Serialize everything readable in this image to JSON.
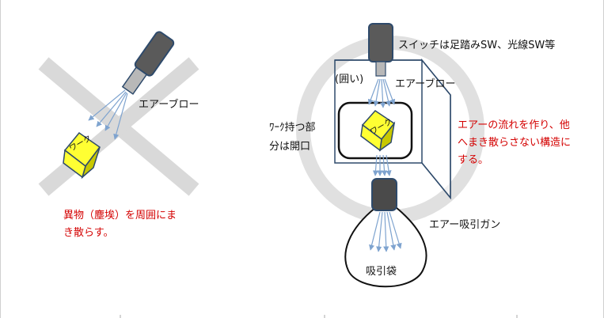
{
  "left": {
    "blower_label": "エアーブロー",
    "work_label": "ワーク",
    "note_line1": "異物（塵埃）を周囲にま",
    "note_line2": "き散らす。"
  },
  "right": {
    "switch_label": "スイッチは足踏みSW、光線SW等",
    "enclosure_label": "(囲い)",
    "blower_label": "エアーブロー",
    "work_label": "ワーク",
    "opening_line1": "ﾜｰｸ持つ部",
    "opening_line2": "分は開口",
    "note_line1": "エアーの流れを作り、他",
    "note_line2": "へまき散らさない構造に",
    "note_line3": "する。",
    "suction_gun_label": "エアー吸引ガン",
    "bag_label": "吸引袋"
  },
  "colors": {
    "nozzle_body": "#5a5a5a",
    "nozzle_border": "#2e4a6b",
    "nozzle_tip": "#b8b8b8",
    "air_arrow": "#7ea3cf",
    "work_fill": "#ffff33",
    "work_shade": "#c8c800",
    "cross_mark": "#d9d9d9",
    "prohibit_mark": "#e0e0e0",
    "note_text": "#d40000"
  }
}
